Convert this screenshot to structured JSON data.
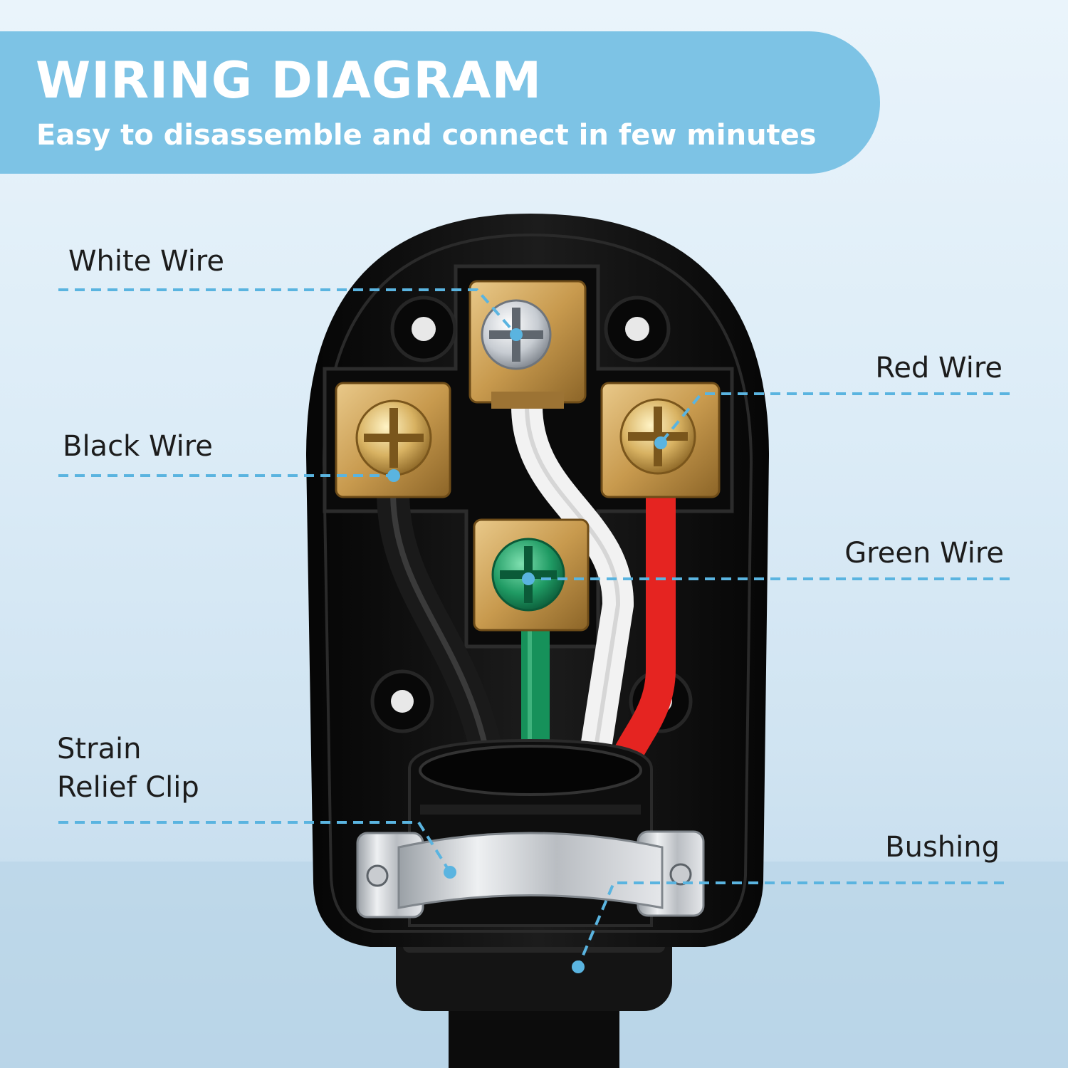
{
  "header": {
    "title": "WIRING DIAGRAM",
    "subtitle": "Easy to disassemble and connect in few minutes"
  },
  "callouts": {
    "white_wire": "White Wire",
    "red_wire": "Red Wire",
    "black_wire": "Black Wire",
    "green_wire": "Green Wire",
    "strain_relief_line1": "Strain",
    "strain_relief_line2": "Relief Clip",
    "bushing": "Bushing"
  },
  "colors": {
    "banner": "#7dc3e5",
    "callout_line": "#5ab4e0",
    "plug_body": "#121212",
    "terminal_brass": "#c89a4e",
    "wire_white": "#f2f2f2",
    "wire_black": "#1a1a1a",
    "wire_red": "#e52421",
    "wire_green": "#16915a",
    "clip_metal": "#c9ccd0"
  }
}
